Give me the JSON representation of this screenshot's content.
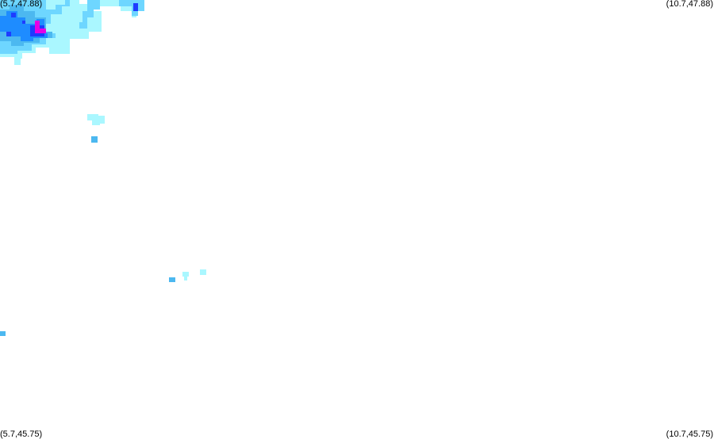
{
  "map": {
    "corners": {
      "top_left": "(5.7,47.88)",
      "top_right": "(10.7,47.88)",
      "bottom_left": "(5.7,45.75)",
      "bottom_right": "(10.7,45.75)"
    },
    "extent": {
      "lon_min": 5.7,
      "lon_max": 10.7,
      "lat_min": 45.75,
      "lat_max": 47.88
    },
    "intensity_colors": {
      "very_light": "#aaf7ff",
      "light": "#6ed6ff",
      "medium": "#4cb8f0",
      "moderate": "#1e8cff",
      "heavy": "#1e3cff",
      "very_heavy": "#e600e6"
    }
  }
}
